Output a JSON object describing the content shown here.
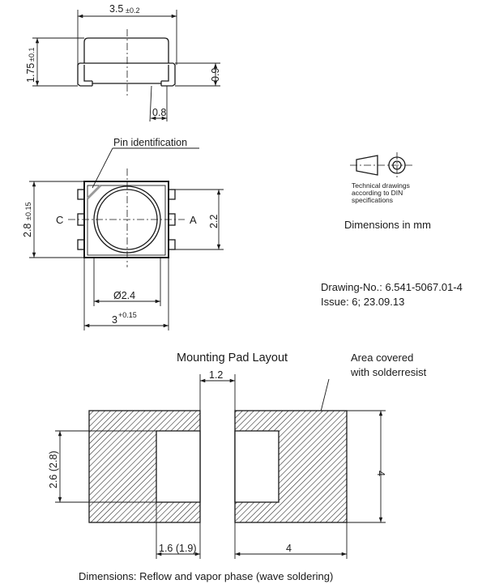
{
  "side_view": {
    "width_value": "3.5",
    "width_tol": "±0.2",
    "height_value": "1.75",
    "height_tol": "±0.1",
    "lead_height": "0.9",
    "lead_width": "0.8"
  },
  "top_view": {
    "pin_id_label": "Pin identification",
    "height_value": "2.8",
    "height_tol": "±0.15",
    "cathode_label": "C",
    "anode_label": "A",
    "pad_height": "2.2",
    "lens_diameter": "Ø2.4",
    "width_value": "3",
    "width_tol": "+0.15"
  },
  "notes": {
    "din_line1": "Technical drawings",
    "din_line2": "according to DIN",
    "din_line3": "specifications",
    "units": "Dimensions in mm",
    "drawing_no": "Drawing-No.: 6.541-5067.01-4",
    "issue": "Issue: 6;   23.09.13"
  },
  "pad_layout": {
    "title": "Mounting Pad Layout",
    "solderresist_line1": "Area covered",
    "solderresist_line2": "with solderresist",
    "gap": "1.2",
    "pad_height": "2.6 (2.8)",
    "pad_width": "1.6 (1.9)",
    "total_width": "4",
    "total_height": "4"
  },
  "footer": {
    "caption": "Dimensions: Reflow and vapor phase (wave soldering)"
  }
}
